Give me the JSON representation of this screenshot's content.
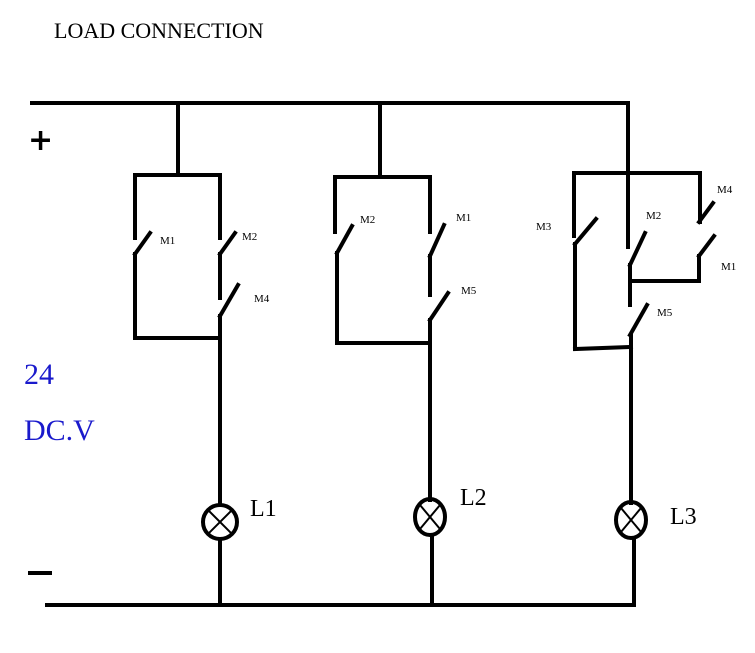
{
  "title": "LOAD CONNECTION",
  "supply": {
    "plus": "+",
    "minus": "—",
    "voltage_line1": "24",
    "voltage_line2": "DC.V",
    "voltage_color": "#1a1acc"
  },
  "branches": [
    {
      "lamp": "L1",
      "contacts": [
        "M1",
        "M2",
        "M4"
      ]
    },
    {
      "lamp": "L2",
      "contacts": [
        "M2",
        "M1",
        "M5"
      ]
    },
    {
      "lamp": "L3",
      "contacts": [
        "M3",
        "M2",
        "M4",
        "M1",
        "M5"
      ]
    }
  ]
}
